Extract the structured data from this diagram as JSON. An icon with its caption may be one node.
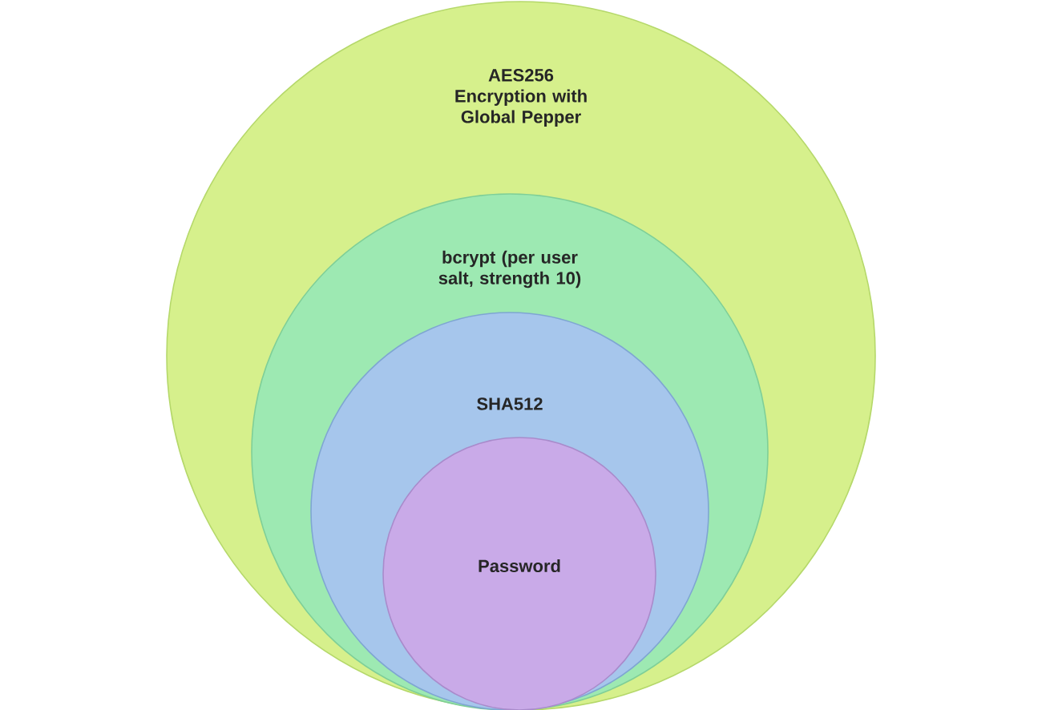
{
  "diagram": {
    "nodes": [
      {
        "text": [
          "AES256 Encryption with Global Pepper"
        ]
      },
      {
        "text": [
          "bcrypt (per user salt, strength 10)"
        ],
        "in": 0
      },
      {
        "text": [
          "SHA512"
        ],
        "in": 1
      },
      {
        "text": [
          "Password"
        ],
        "in": 2
      }
    ]
  }
}
